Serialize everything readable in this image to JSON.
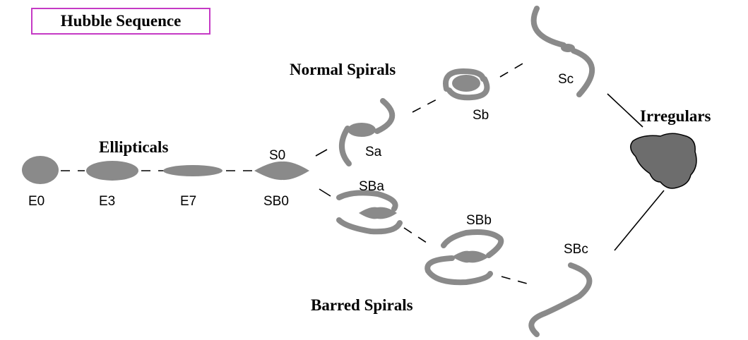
{
  "title": "Hubble Sequence",
  "groups": {
    "ellipticals": "Ellipticals",
    "normal_spirals": "Normal Spirals",
    "barred_spirals": "Barred Spirals",
    "irregulars": "Irregulars"
  },
  "types": {
    "e0": "E0",
    "e3": "E3",
    "e7": "E7",
    "s0": "S0",
    "sb0": "SB0",
    "sa": "Sa",
    "sb": "Sb",
    "sc": "Sc",
    "sba": "SBa",
    "sbb": "SBb",
    "sbc": "SBc"
  },
  "colors": {
    "title_border": "#c53ac5",
    "galaxy_fill": "#8a8a8a",
    "irregular_fill": "#6d6d6d",
    "line": "#000000"
  }
}
